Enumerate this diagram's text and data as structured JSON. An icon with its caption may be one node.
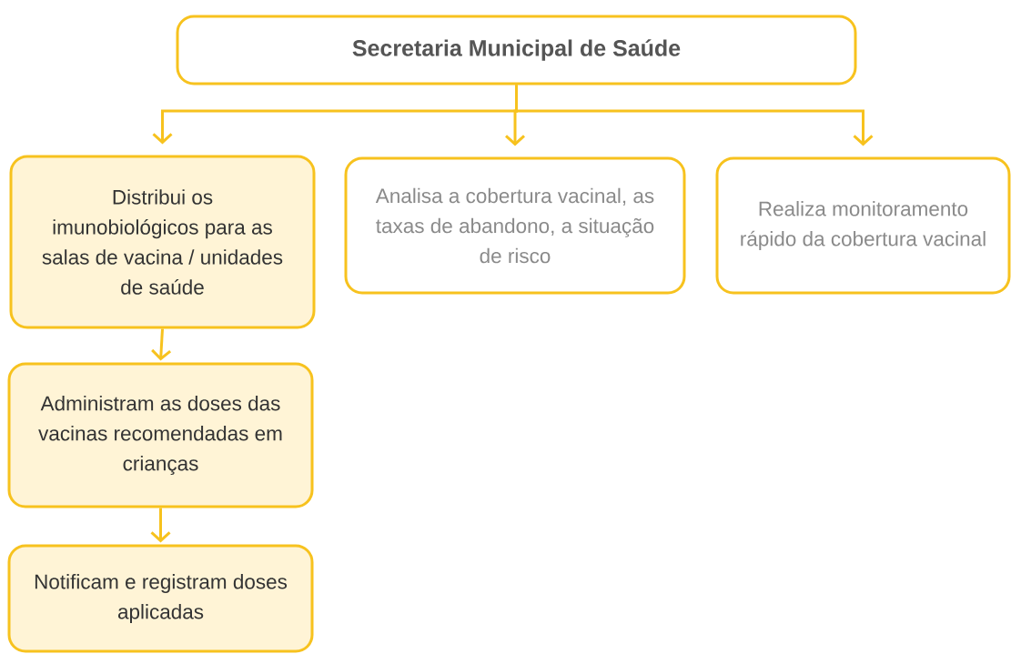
{
  "diagram": {
    "nodes": [
      {
        "text": [
          "Secretaria Municipal de Saúde"
        ]
      },
      {
        "text": [
          "Distribui os imunobiológicos para as salas de vacina / unidades de saúde"
        ]
      },
      {
        "text": [
          "Analisa a cobertura vacinal, as taxas de abandono, a situação de risco"
        ]
      },
      {
        "text": [
          "Realiza monitoramento rápido da cobertura vacinal"
        ]
      },
      {
        "text": [
          "Administram as doses das vacinas recomendadas em crianças"
        ]
      },
      {
        "text": [
          "Notificam e registram doses aplicadas"
        ]
      }
    ],
    "edges": [
      {
        "from": 0,
        "to": 1,
        "arrow": "to"
      },
      {
        "from": 0,
        "to": 2,
        "arrow": "to"
      },
      {
        "from": 0,
        "to": 3,
        "arrow": "to"
      },
      {
        "from": 1,
        "to": 4,
        "arrow": "to"
      },
      {
        "from": 4,
        "to": 5,
        "arrow": "to"
      }
    ]
  }
}
